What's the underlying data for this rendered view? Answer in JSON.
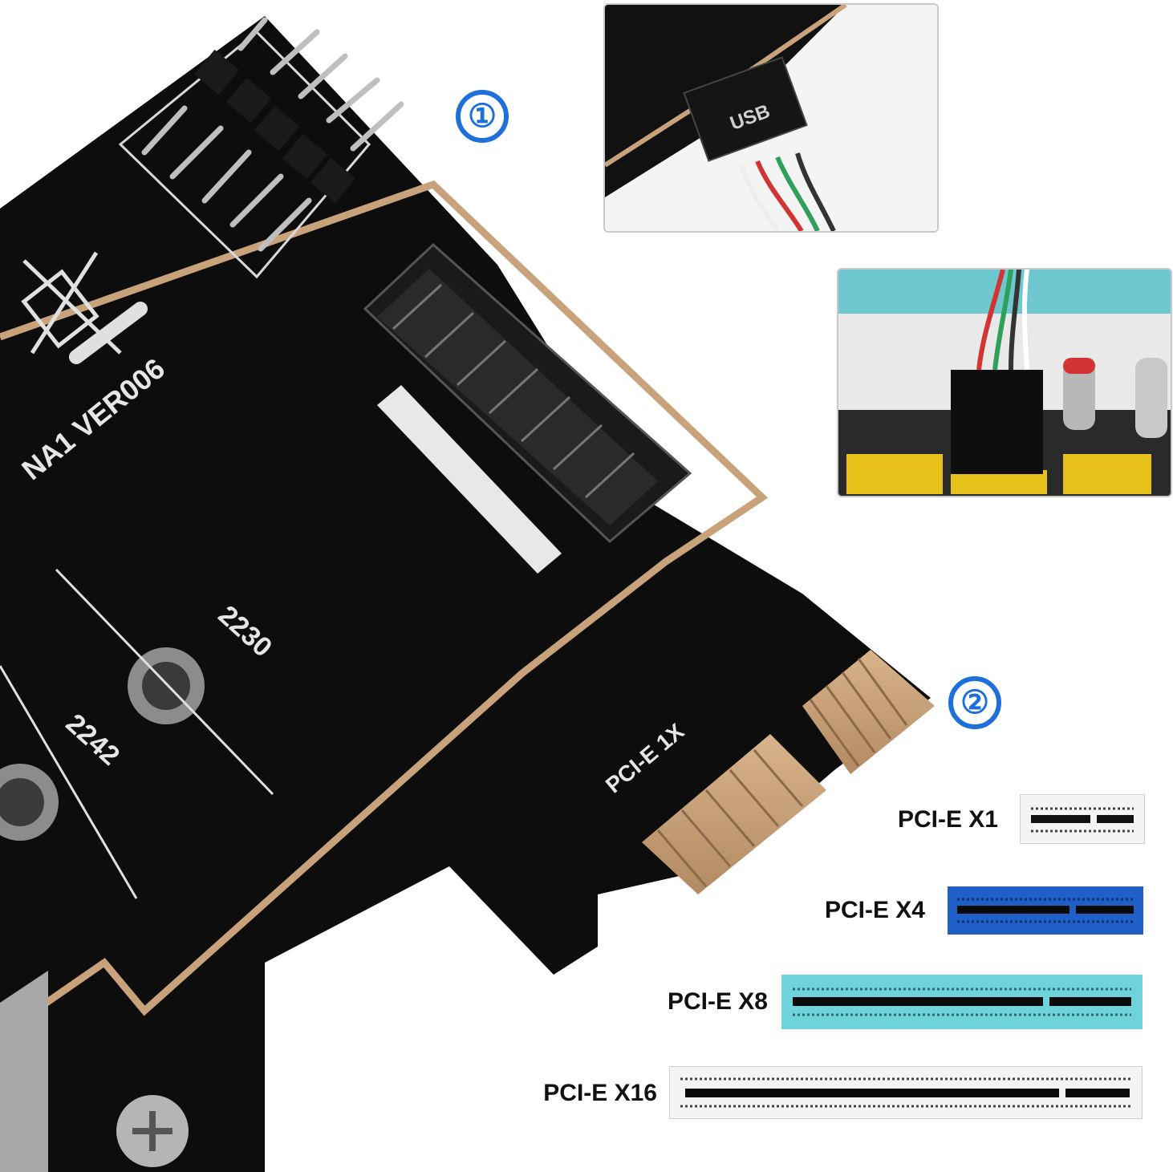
{
  "callouts": {
    "marker_1": "①",
    "marker_2": "②"
  },
  "board": {
    "version_text": "NA1 VER006",
    "size_2230": "2230",
    "size_2242": "2242",
    "interface_text": "PCI-E 1X",
    "usb_header_text": "USB"
  },
  "slots": [
    {
      "label": "PCI-E X1",
      "color": "#f2f2f2"
    },
    {
      "label": "PCI-E X4",
      "color": "#1f5fc8"
    },
    {
      "label": "PCI-E X8",
      "color": "#6fd3dc"
    },
    {
      "label": "PCI-E X16",
      "color": "#f2f2f2"
    }
  ],
  "colors": {
    "pcb": "#0c0c0c",
    "gold_trace": "#c8a27a",
    "callout_blue": "#1e6fd9",
    "motherboard_yellow": "#e6c21a"
  }
}
